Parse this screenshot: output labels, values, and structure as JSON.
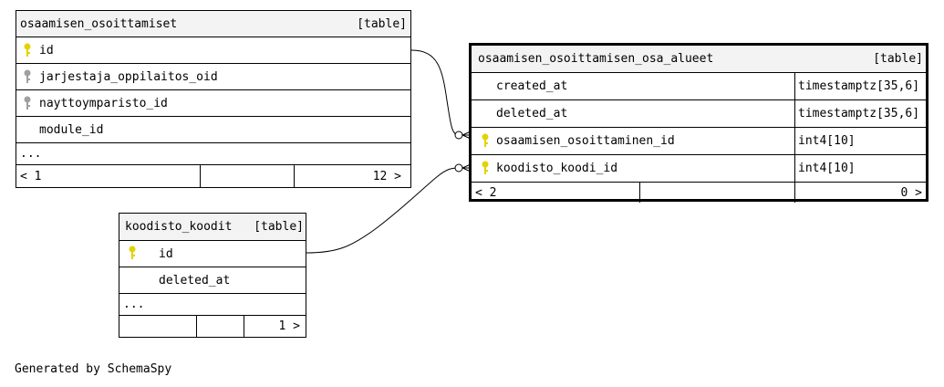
{
  "tables": {
    "osaamisen_osoittamiset": {
      "name": "osaamisen_osoittamiset",
      "kind": "[table]",
      "columns": [
        {
          "name": "id",
          "key": "primary"
        },
        {
          "name": "jarjestaja_oppilaitos_oid",
          "key": "foreign"
        },
        {
          "name": "nayttoymparisto_id",
          "key": "foreign"
        },
        {
          "name": "module_id",
          "key": "none"
        }
      ],
      "more": "...",
      "footer": {
        "parents": "< 1",
        "children": "12 >"
      }
    },
    "osaamisen_osoittamisen_osa_alueet": {
      "name": "osaamisen_osoittamisen_osa_alueet",
      "kind": "[table]",
      "columns": [
        {
          "name": "created_at",
          "type": "timestamptz[35,6]",
          "key": "none"
        },
        {
          "name": "deleted_at",
          "type": "timestamptz[35,6]",
          "key": "none"
        },
        {
          "name": "osaamisen_osoittaminen_id",
          "type": "int4[10]",
          "key": "primary-foreign"
        },
        {
          "name": "koodisto_koodi_id",
          "type": "int4[10]",
          "key": "primary-foreign"
        }
      ],
      "footer": {
        "parents": "< 2",
        "children": "0 >"
      }
    },
    "koodisto_koodit": {
      "name": "koodisto_koodit",
      "kind": "[table]",
      "columns": [
        {
          "name": "id",
          "key": "primary"
        },
        {
          "name": "deleted_at",
          "key": "none"
        }
      ],
      "more": "...",
      "footer": {
        "parents": "",
        "children": "1 >"
      }
    }
  },
  "colors": {
    "primary_key": "#e3d200",
    "foreign_key": "#a0a0a0",
    "header_bg": "#f3f3f3"
  },
  "generated_by": "Generated by SchemaSpy"
}
